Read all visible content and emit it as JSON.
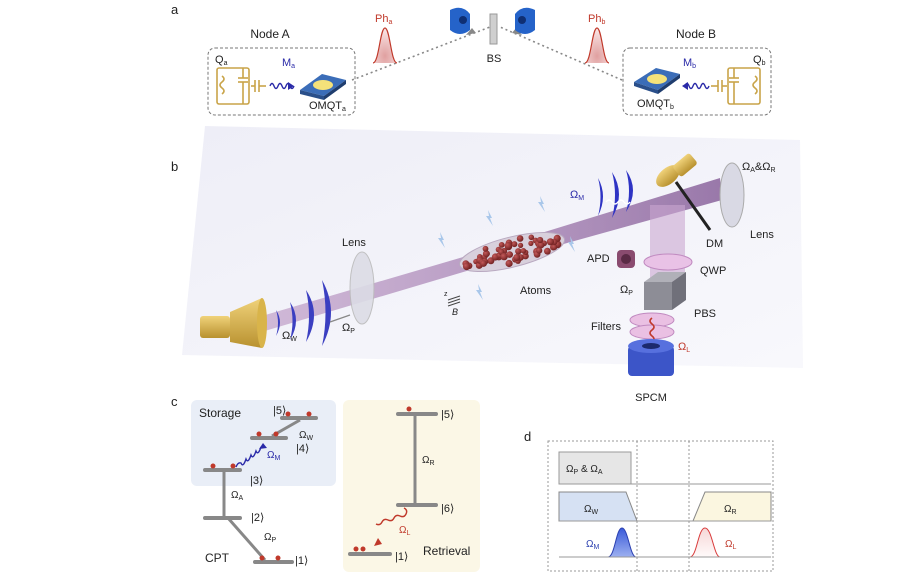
{
  "panels": {
    "a": {
      "letter": "a",
      "node_a": {
        "title": "Node A",
        "qubit": "Q",
        "qubit_sub": "a",
        "mode": "M",
        "mode_sub": "a",
        "transducer": "OMQT",
        "transducer_sub": "a"
      },
      "node_b": {
        "title": "Node B",
        "qubit": "Q",
        "qubit_sub": "b",
        "mode": "M",
        "mode_sub": "b",
        "transducer": "OMQT",
        "transducer_sub": "b"
      },
      "photon_a": {
        "base": "Ph",
        "sub": "a"
      },
      "photon_b": {
        "base": "Ph",
        "sub": "b"
      },
      "beamsplitter": "BS",
      "colors": {
        "photon": "#c0392b",
        "microwave": "#2a2aa8",
        "detector": "#2563c9",
        "qubit_gold": "#c9a449"
      }
    },
    "b": {
      "letter": "b",
      "labels": {
        "lens_left": "Lens",
        "lens_right": "Lens",
        "atoms": "Atoms",
        "dm": "DM",
        "apd": "APD",
        "qwp": "QWP",
        "pbs": "PBS",
        "filters": "Filters",
        "spcm": "SPCM",
        "field_label": "B",
        "field_axis": "z"
      },
      "beams": {
        "omega_w": {
          "base": "Ω",
          "sub": "W"
        },
        "omega_p_left": {
          "base": "Ω",
          "sub": "P"
        },
        "omega_m": {
          "base": "Ω",
          "sub": "M"
        },
        "omega_p_right": {
          "base": "Ω",
          "sub": "P"
        },
        "omega_l": {
          "base": "Ω",
          "sub": "L"
        },
        "omega_ar": {
          "a": "Ω",
          "a_sub": "A",
          "amp": "&",
          "b": "Ω",
          "b_sub": "R"
        }
      },
      "colors": {
        "beam": "#9a6aa8",
        "atom": "#8b2a2a",
        "horn": "#d9b44a",
        "spcm": "#3c55c8"
      }
    },
    "c": {
      "letter": "c",
      "storage_title": "Storage",
      "retrieval_title": "Retrieval",
      "cpt_label": "CPT",
      "storage_levels": [
        "|5⟩",
        "|4⟩",
        "|3⟩",
        "|2⟩",
        "|1⟩"
      ],
      "retrieval_levels": [
        "|5⟩",
        "|6⟩",
        "|1⟩"
      ],
      "transitions": {
        "omega_w": {
          "base": "Ω",
          "sub": "W"
        },
        "omega_m": {
          "base": "Ω",
          "sub": "M"
        },
        "omega_a": {
          "base": "Ω",
          "sub": "A"
        },
        "omega_p": {
          "base": "Ω",
          "sub": "P"
        },
        "omega_r": {
          "base": "Ω",
          "sub": "R"
        },
        "omega_l": {
          "base": "Ω",
          "sub": "L"
        }
      },
      "colors": {
        "storage_bg": "#e9eef7",
        "retrieval_bg": "#fbf7e6",
        "level": "#888888"
      }
    },
    "d": {
      "letter": "d",
      "row_labels": {
        "pa": {
          "a": "Ω",
          "a_sub": "P",
          "amp": "&",
          "b": "Ω",
          "b_sub": "A"
        },
        "w": {
          "base": "Ω",
          "sub": "W"
        },
        "r": {
          "base": "Ω",
          "sub": "R"
        },
        "m": {
          "base": "Ω",
          "sub": "M"
        },
        "l": {
          "base": "Ω",
          "sub": "L"
        }
      },
      "colors": {
        "pa_fill": "#e6e6e6",
        "w_fill": "#d6e1f3",
        "r_fill": "#fbf6e0",
        "m_pulse": "#3a5bd9",
        "l_pulse": "#d93a3a"
      }
    }
  }
}
